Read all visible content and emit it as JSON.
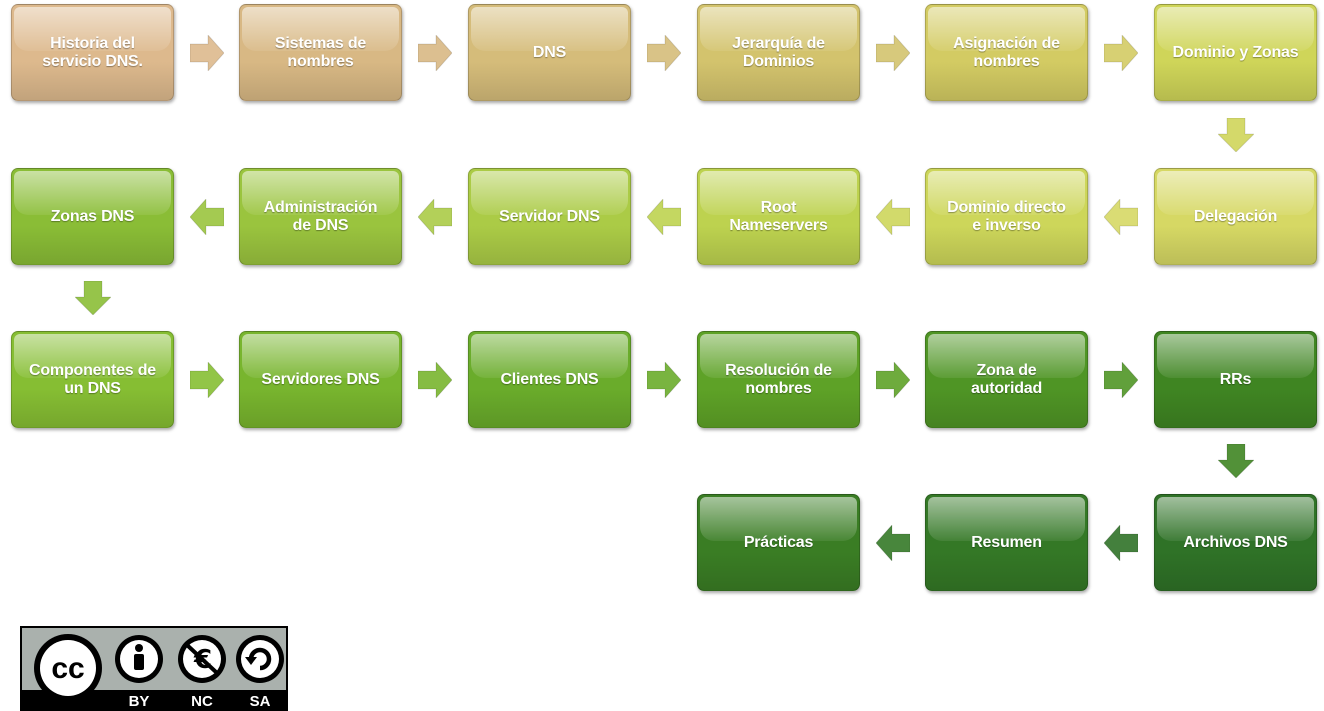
{
  "flowchart": {
    "colors": {
      "row1": [
        "#ddb98d",
        "#d8b884",
        "#d5bc7a",
        "#d3c36d",
        "#d3cb63",
        "#cfd559"
      ],
      "row2": [
        "#d6d864",
        "#cdd65a",
        "#bdd24f",
        "#abcb46",
        "#9ac43e",
        "#8abd36"
      ],
      "row3": [
        "#86be33",
        "#78b52e",
        "#6aac2b",
        "#5ea227",
        "#4f9525",
        "#3f8522"
      ],
      "row4": [
        "#2f7227",
        "#347826",
        "#3a7d24"
      ]
    },
    "steps": [
      {
        "label": "Historia del\nservicio DNS."
      },
      {
        "label": "Sistemas de\nnombres"
      },
      {
        "label": "DNS"
      },
      {
        "label": "Jerarquía de\nDominios"
      },
      {
        "label": "Asignación de\nnombres"
      },
      {
        "label": "Dominio y Zonas"
      },
      {
        "label": "Delegación"
      },
      {
        "label": "Dominio directo\ne inverso"
      },
      {
        "label": "Root\nNameservers"
      },
      {
        "label": "Servidor DNS"
      },
      {
        "label": "Administración\nde DNS"
      },
      {
        "label": "Zonas DNS"
      },
      {
        "label": "Componentes de\nun DNS"
      },
      {
        "label": "Servidores DNS"
      },
      {
        "label": "Clientes DNS"
      },
      {
        "label": "Resolución de\nnombres"
      },
      {
        "label": "Zona de\nautoridad"
      },
      {
        "label": "RRs"
      },
      {
        "label": "Archivos DNS"
      },
      {
        "label": "Resumen"
      },
      {
        "label": "Prácticas"
      }
    ]
  },
  "license": {
    "badge": "cc-by-nc-sa-badge",
    "cc": "cc",
    "labels": [
      "BY",
      "NC",
      "SA"
    ]
  }
}
